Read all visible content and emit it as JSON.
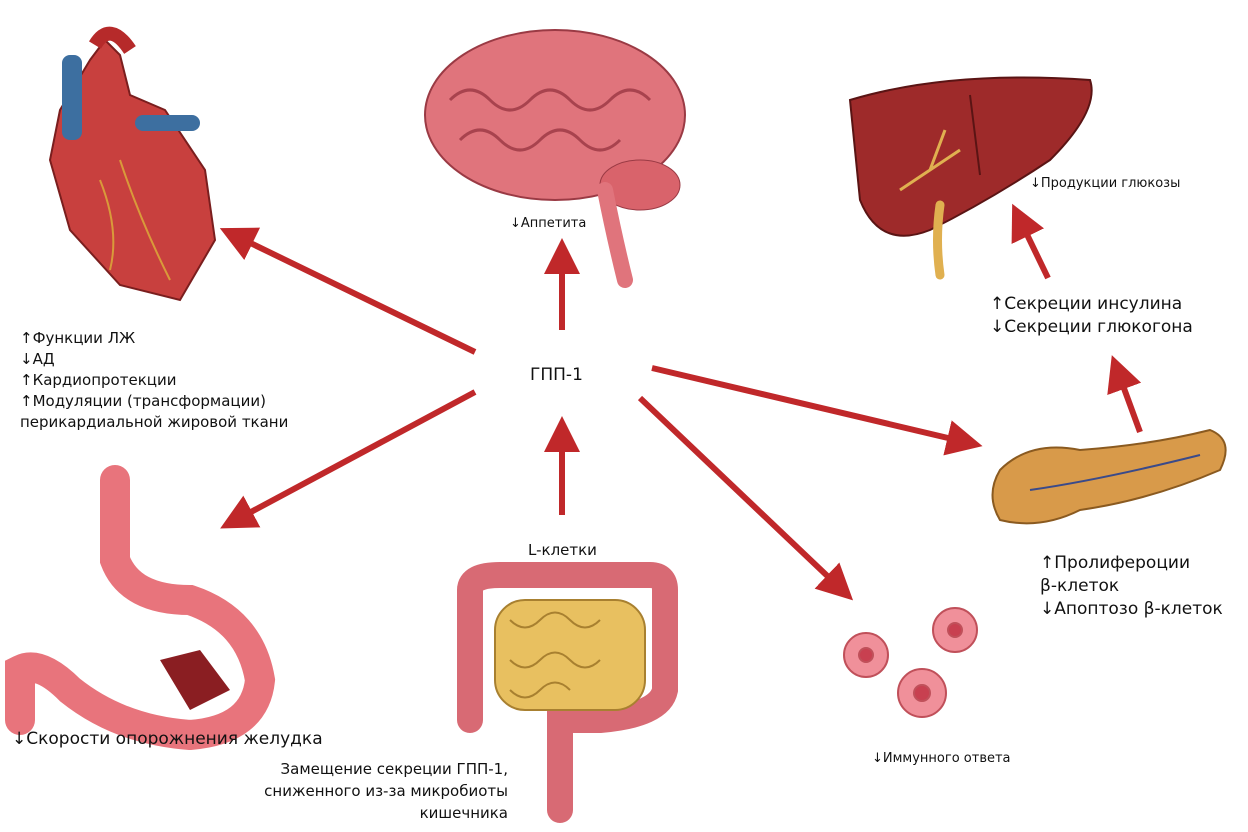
{
  "center": {
    "label": "ГПП-1"
  },
  "colors": {
    "arrow": "#c0282a",
    "organ": "#d9636b",
    "intestine_small": "#e8c060"
  },
  "brain": {
    "effect": "↓Аппетита"
  },
  "liver": {
    "effect": "↓Продукции глюкозы"
  },
  "pancreas_hormones": {
    "line1": "↑Секреции инсулина",
    "line2": "↓Секреции глюкогона"
  },
  "pancreas": {
    "line1": "↑Пролифероции",
    "line2": "β-клеток",
    "line3": "↓Апоптозо β-клеток"
  },
  "heart": {
    "line1": "↑Функции ЛЖ",
    "line2": "↓АД",
    "line3": "↑Кардиопротекции",
    "line4": "↑Модуляции (трансформации)",
    "line5": "перикардиальной жировой ткани"
  },
  "stomach": {
    "effect": "↓Скорости опорожнения желудка"
  },
  "intestine": {
    "title": "L-клетки",
    "line1": "Замещение секреции ГПП-1,",
    "line2": "сниженного из-за микробиоты",
    "line3": "кишечника"
  },
  "immune": {
    "effect": "↓Иммунного ответа"
  }
}
